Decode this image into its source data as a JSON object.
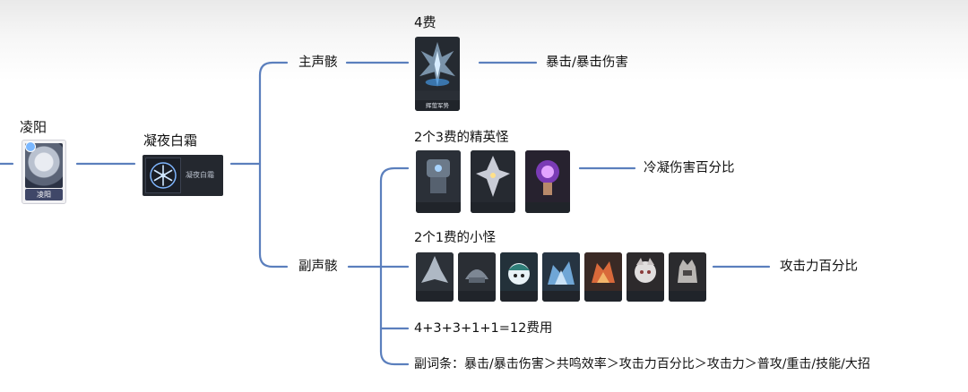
{
  "character": {
    "name": "凌阳",
    "card_caption": "凌阳"
  },
  "weapon": {
    "label": "凝夜白霜",
    "card_caption": "凝夜白霜"
  },
  "main_echo": {
    "branch_label": "主声骸",
    "cost_label": "4费",
    "card_caption": "辉萤军势",
    "stat": "暴击/暴击伤害"
  },
  "sub_echo": {
    "branch_label": "副声骸",
    "elite_label": "2个3费的精英怪",
    "elite_stat": "冷凝伤害百分比",
    "elite_cards": [
      "",
      "",
      ""
    ],
    "minor_label": "2个1费的小怪",
    "minor_stat": "攻击力百分比",
    "minor_cards": [
      "",
      "",
      "",
      "",
      "",
      "",
      ""
    ],
    "cost_formula": "4+3+3+1+1=12费用",
    "substats": "副词条：暴击/暴击伤害＞共鸣效率＞攻击力百分比＞攻击力＞普攻/重击/技能/大招"
  },
  "colors": {
    "connector": "#5b7fbd"
  }
}
